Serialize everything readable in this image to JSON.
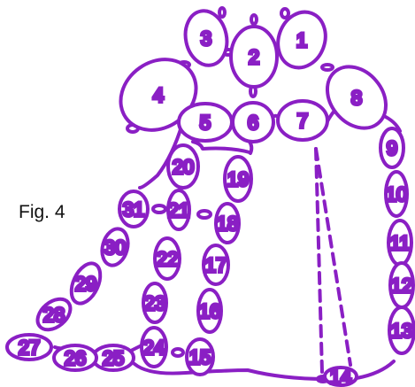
{
  "figure": {
    "caption": "Fig. 4",
    "stroke_color": "#8a1fc4",
    "text_color": "#111111",
    "rings": [
      {
        "id": "r1",
        "label": "1"
      },
      {
        "id": "r2",
        "label": "2"
      },
      {
        "id": "r3",
        "label": "3"
      },
      {
        "id": "r4",
        "label": "4"
      },
      {
        "id": "r5",
        "label": "5"
      },
      {
        "id": "r6",
        "label": "6"
      },
      {
        "id": "r7",
        "label": "7"
      },
      {
        "id": "r8",
        "label": "8"
      },
      {
        "id": "r9",
        "label": "9"
      },
      {
        "id": "r10",
        "label": "10"
      },
      {
        "id": "r11",
        "label": "11"
      },
      {
        "id": "r12",
        "label": "12"
      },
      {
        "id": "r13",
        "label": "13"
      },
      {
        "id": "r14",
        "label": "14"
      },
      {
        "id": "r15",
        "label": "15"
      },
      {
        "id": "r16",
        "label": "16"
      },
      {
        "id": "r17",
        "label": "17"
      },
      {
        "id": "r18",
        "label": "18"
      },
      {
        "id": "r19",
        "label": "19"
      },
      {
        "id": "r20",
        "label": "20"
      },
      {
        "id": "r21",
        "label": "21"
      },
      {
        "id": "r22",
        "label": "22"
      },
      {
        "id": "r23",
        "label": "23"
      },
      {
        "id": "r24",
        "label": "24"
      },
      {
        "id": "r25",
        "label": "25"
      },
      {
        "id": "r26",
        "label": "26"
      },
      {
        "id": "r27",
        "label": "27"
      },
      {
        "id": "r28",
        "label": "28"
      },
      {
        "id": "r29",
        "label": "29"
      },
      {
        "id": "r30",
        "label": "30"
      },
      {
        "id": "r31",
        "label": "31"
      }
    ]
  }
}
